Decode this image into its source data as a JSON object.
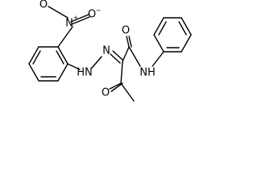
{
  "molecule": {
    "atoms": {
      "nitro_o_top": "O",
      "nitro_n": "N",
      "nitro_o_left": "O",
      "nitro_n_charge": "+",
      "nitro_o_charge": "−",
      "hydrazo_nh": "HN",
      "hydrazo_n": "N",
      "amide_o": "O",
      "amide_nh": "NH",
      "ketone_o": "O"
    }
  }
}
